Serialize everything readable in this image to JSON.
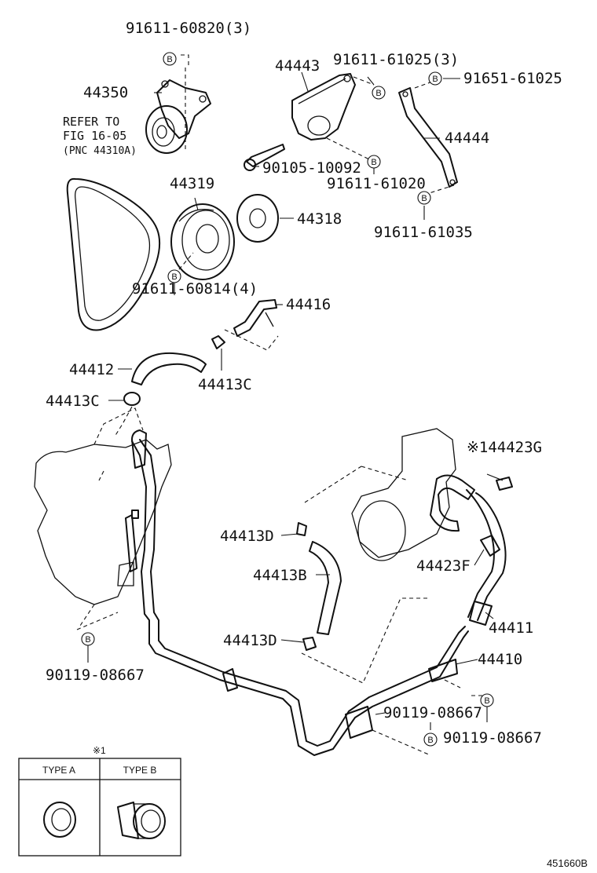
{
  "diagram_id": "451660B",
  "refer_note": {
    "line1": "REFER TO",
    "line2": "FIG 16-05",
    "line3": "(PNC 44310A)"
  },
  "bolt_marker": "B",
  "note_symbol": "※1",
  "parts": {
    "p1": "91611-60820(3)",
    "p2": "44350",
    "p3": "44443",
    "p4": "91611-61025(3)",
    "p5": "91651-61025",
    "p6": "44444",
    "p7": "90105-10092",
    "p8": "91611-61020",
    "p9": "91611-61035",
    "p10": "44319",
    "p11": "44318",
    "p12": "91611-60814(4)",
    "p13": "44416",
    "p14": "44412",
    "p15": "44413C",
    "p16": "44413C",
    "p17": "※144423G",
    "p18": "44413D",
    "p19": "44413B",
    "p20": "44423F",
    "p21": "44411",
    "p22": "44413D",
    "p23": "44410",
    "p24": "90119-08667",
    "p25": "90119-08667",
    "p26": "90119-08667"
  },
  "legend": {
    "type_a": "TYPE A",
    "type_b": "TYPE B"
  }
}
